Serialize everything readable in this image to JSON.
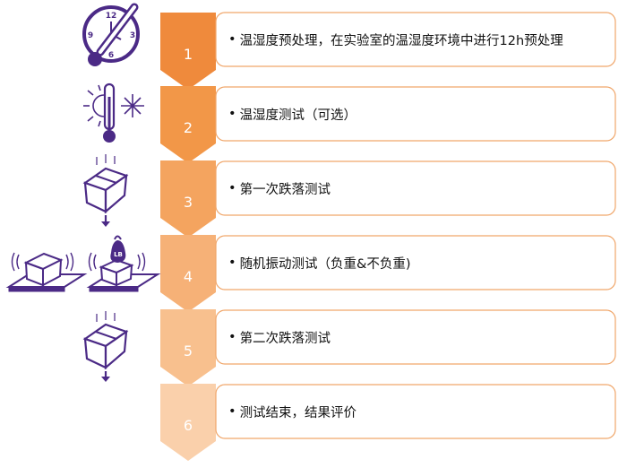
{
  "steps": [
    {
      "number": "1",
      "text": "温湿度预处理，在实验室的温湿度环境中进行12h预处理",
      "color": "#ef8a3c"
    },
    {
      "number": "2",
      "text": "温湿度测试（可选）",
      "color": "#f29748"
    },
    {
      "number": "3",
      "text": "第一次跌落测试",
      "color": "#f4a45f"
    },
    {
      "number": "4",
      "text": "随机振动测试（负重&不负重)",
      "color": "#f6b177"
    },
    {
      "number": "5",
      "text": "第二次跌落测试",
      "color": "#f8c08e"
    },
    {
      "number": "6",
      "text": "测试结束，结果评价",
      "color": "#fad0ab"
    }
  ],
  "bullet": "•",
  "weight_label": "LB",
  "colors": {
    "icon": "#4b2a86",
    "box_border": "#f0a66a",
    "box_text": "#111111",
    "number_text": "#ffffff"
  },
  "icons": [
    "thermometer-clock-icon",
    "temperature-icon",
    "box-drop-icon",
    "vibration-icon",
    "weighted-vibration-icon",
    "box-drop-icon"
  ]
}
